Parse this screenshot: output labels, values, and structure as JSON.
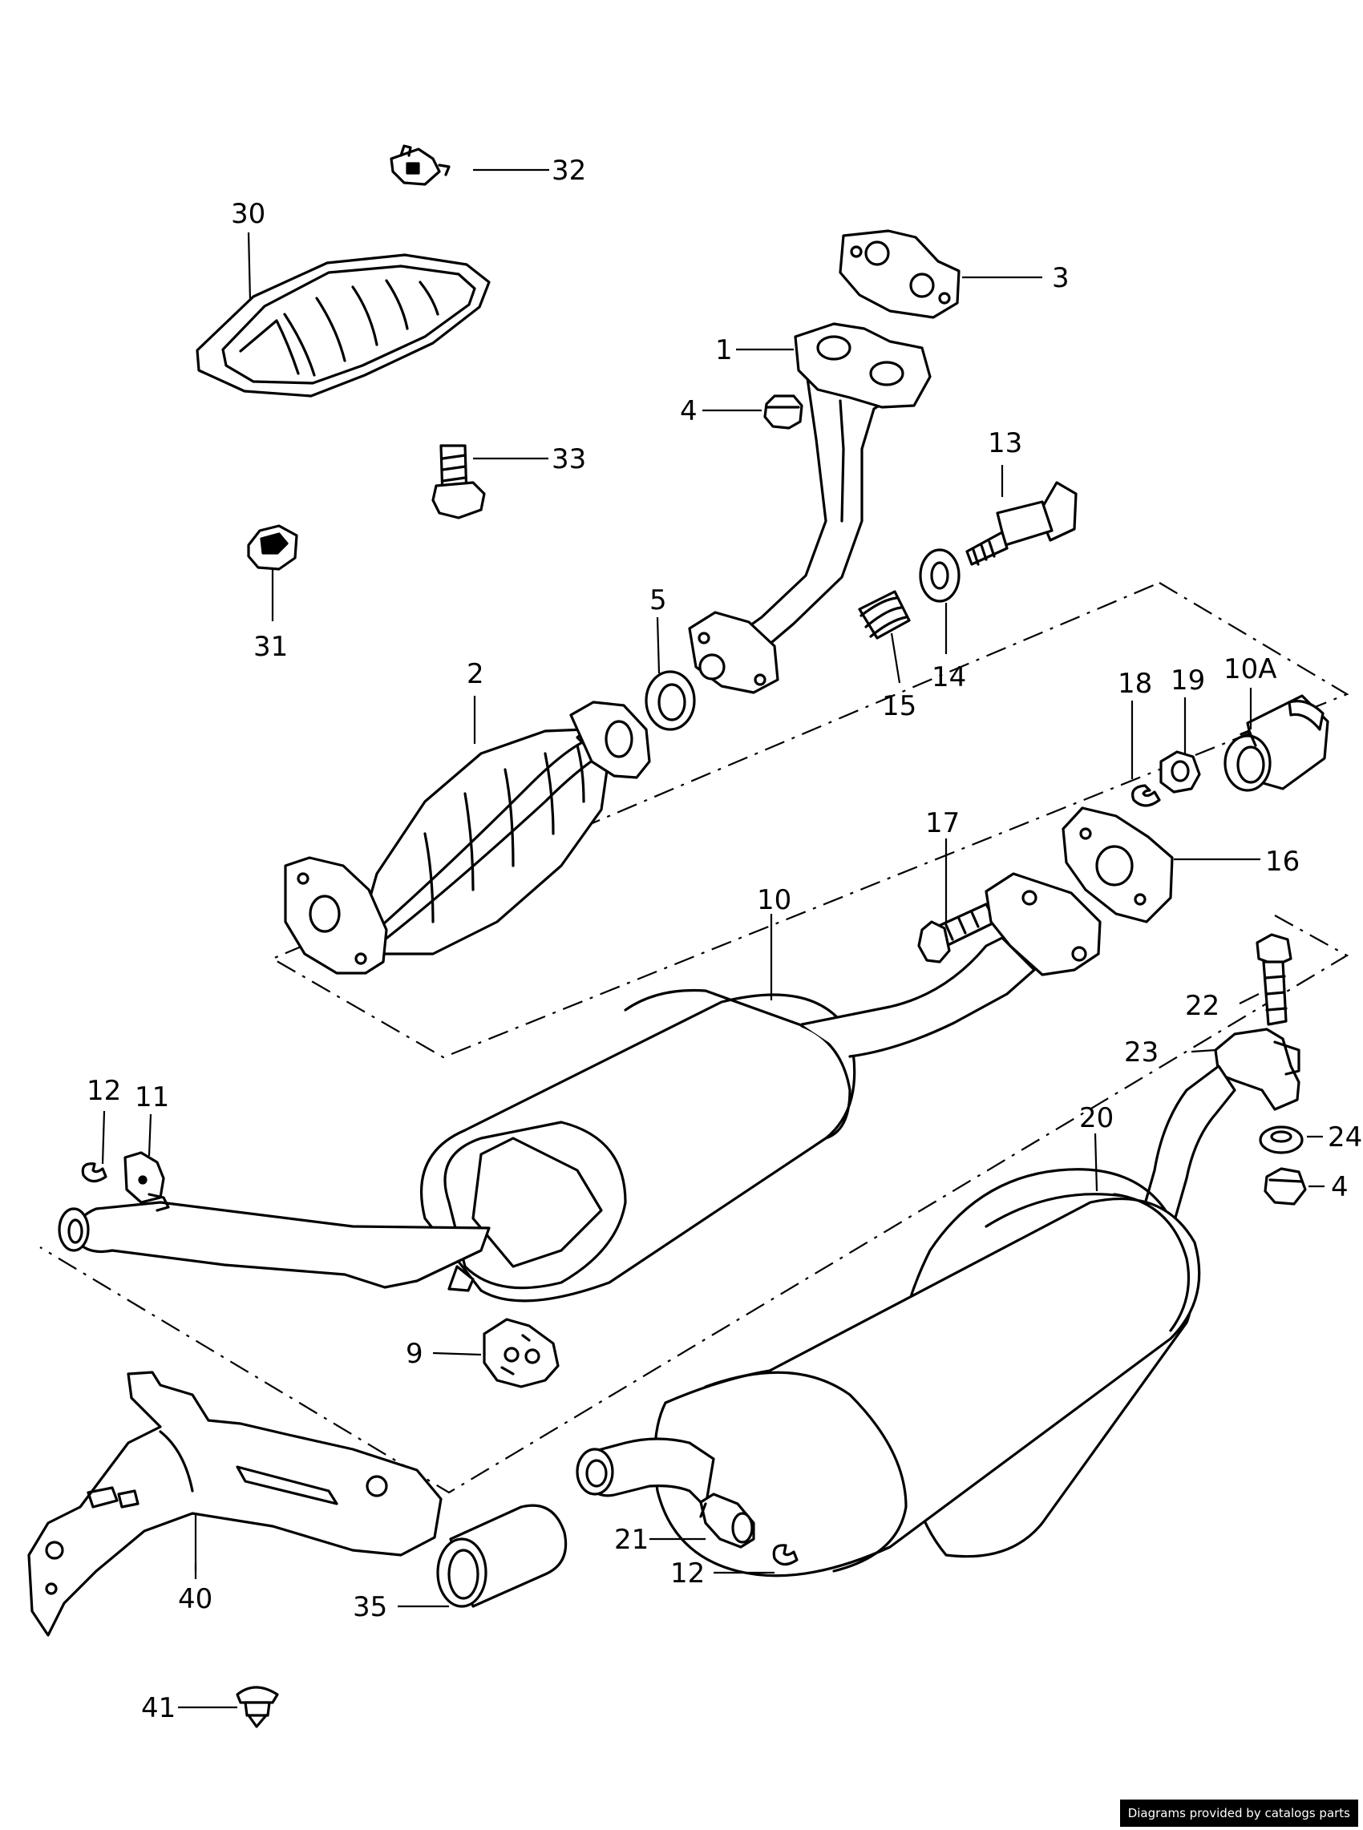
{
  "labels": {
    "p1": "1",
    "p2": "2",
    "p3": "3",
    "p4a": "4",
    "p4b": "4",
    "p5": "5",
    "p9": "9",
    "p10": "10",
    "p10a": "10A",
    "p11": "11",
    "p12a": "12",
    "p12b": "12",
    "p13": "13",
    "p14": "14",
    "p15": "15",
    "p16": "16",
    "p17": "17",
    "p18": "18",
    "p19": "19",
    "p20": "20",
    "p21": "21",
    "p22": "22",
    "p23": "23",
    "p24": "24",
    "p30": "30",
    "p31": "31",
    "p32": "32",
    "p33": "33",
    "p35": "35",
    "p40": "40",
    "p41": "41"
  },
  "footer": {
    "credit": "Diagrams provided by catalogs parts"
  }
}
